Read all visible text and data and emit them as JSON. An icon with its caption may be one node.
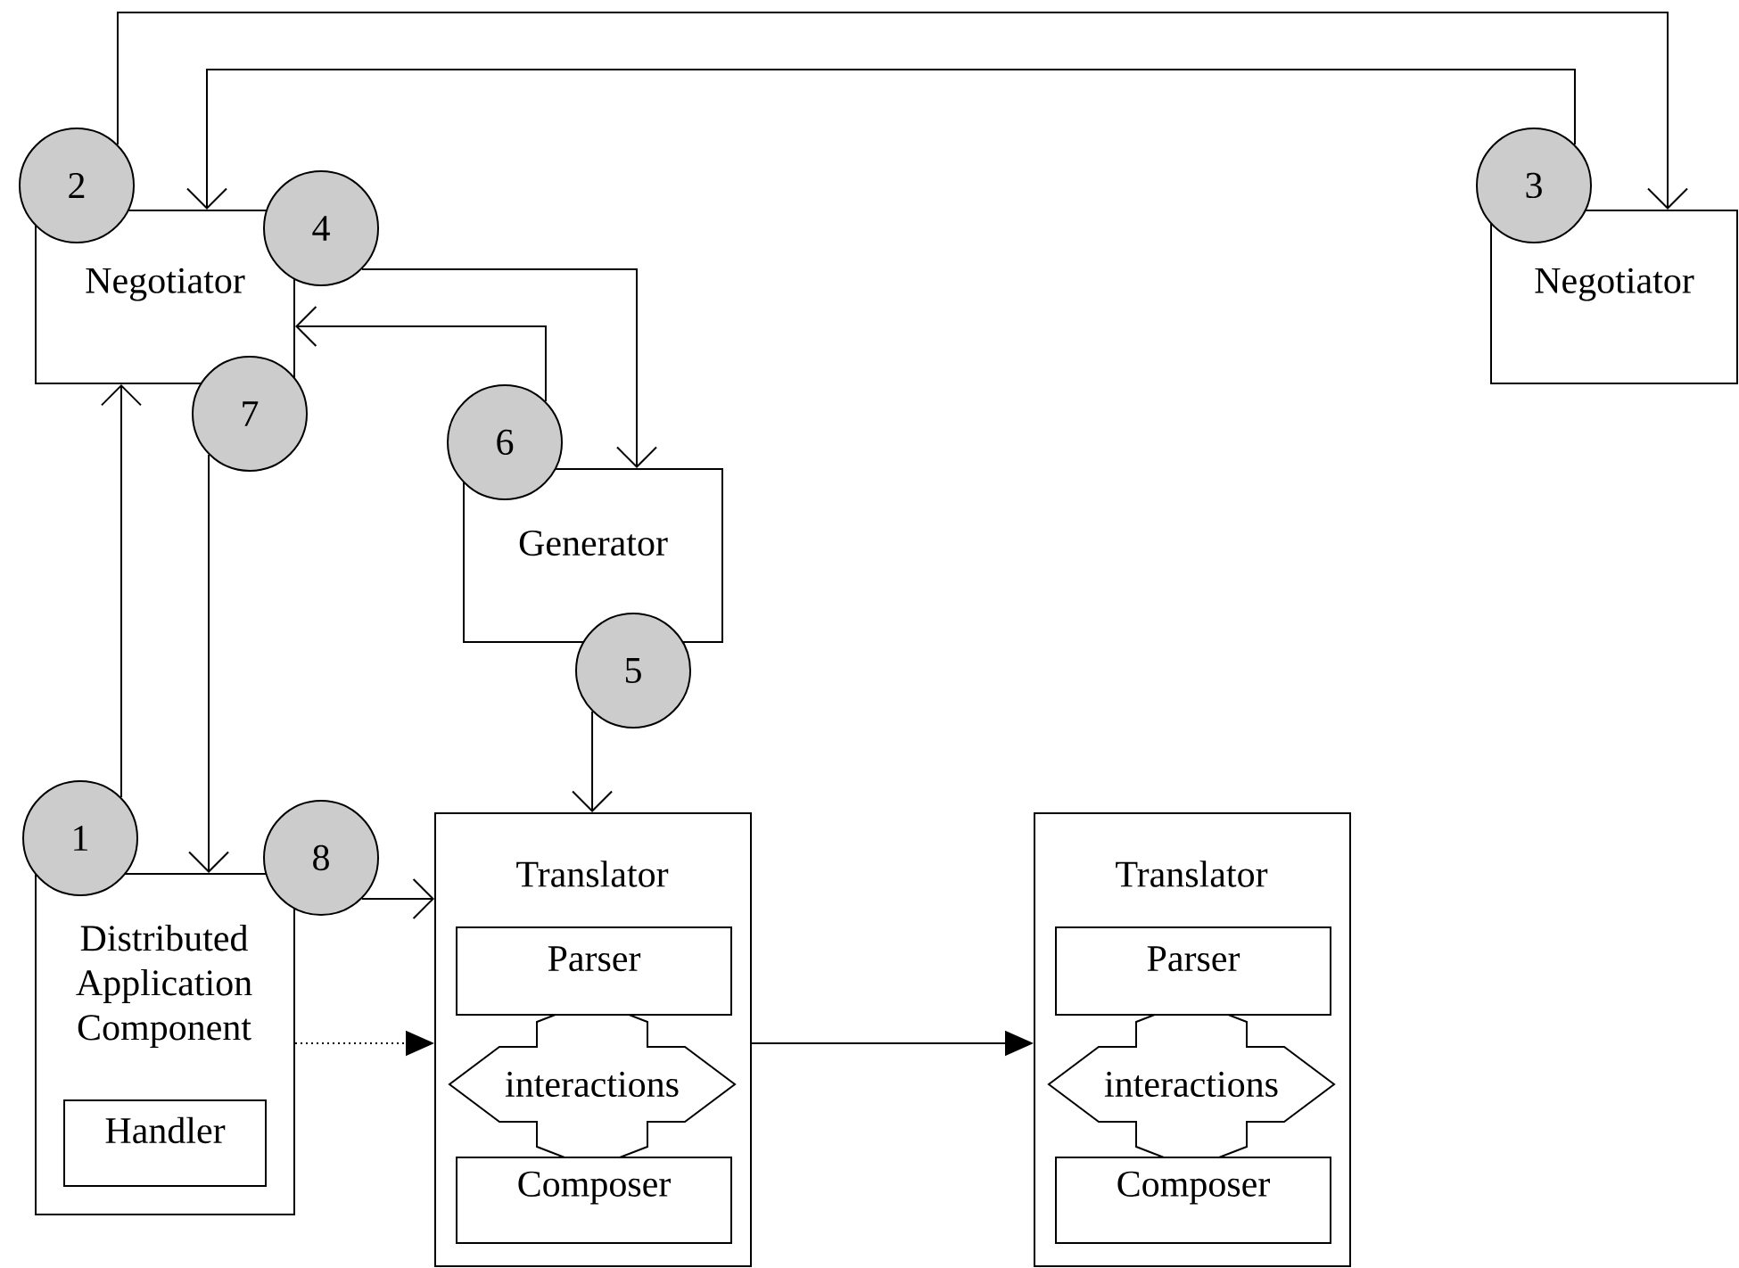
{
  "diagram": {
    "nodes": [
      {
        "text": [
          "Negotiator"
        ]
      },
      {
        "text": [
          "Negotiator"
        ]
      },
      {
        "text": [
          "Generator"
        ]
      },
      {
        "text": [
          "Distributed Application Component"
        ]
      },
      {
        "text": [
          "Handler"
        ],
        "in": 3
      },
      {
        "text": [
          "Translator"
        ]
      },
      {
        "text": [
          "Parser"
        ],
        "in": 5
      },
      {
        "text": [
          "interactions"
        ],
        "in": 5
      },
      {
        "text": [
          "Composer"
        ],
        "in": 5
      },
      {
        "text": [
          "Translator"
        ]
      },
      {
        "text": [
          "Parser"
        ],
        "in": 9
      },
      {
        "text": [
          "interactions"
        ],
        "in": 9
      },
      {
        "text": [
          "Composer"
        ],
        "in": 9
      },
      {
        "text": [
          "1"
        ]
      },
      {
        "text": [
          "2"
        ]
      },
      {
        "text": [
          "3"
        ]
      },
      {
        "text": [
          "4"
        ]
      },
      {
        "text": [
          "5"
        ]
      },
      {
        "text": [
          "6"
        ]
      },
      {
        "text": [
          "7"
        ]
      },
      {
        "text": [
          "8"
        ]
      }
    ],
    "edges": [
      {
        "from": 13,
        "to": 0,
        "arrow": "to"
      },
      {
        "from": 14,
        "to": 1,
        "arrow": "to"
      },
      {
        "from": 15,
        "to": 0,
        "arrow": "to"
      },
      {
        "from": 16,
        "to": 2,
        "arrow": "to"
      },
      {
        "from": 17,
        "to": 5,
        "arrow": "to"
      },
      {
        "from": 18,
        "to": 0,
        "arrow": "to"
      },
      {
        "from": 19,
        "to": 3,
        "arrow": "to"
      },
      {
        "from": 20,
        "to": 5,
        "arrow": "to"
      },
      {
        "from": 3,
        "to": 5,
        "arrow": "to",
        "style": "dashed"
      },
      {
        "from": 5,
        "to": 9,
        "arrow": "to"
      }
    ]
  }
}
